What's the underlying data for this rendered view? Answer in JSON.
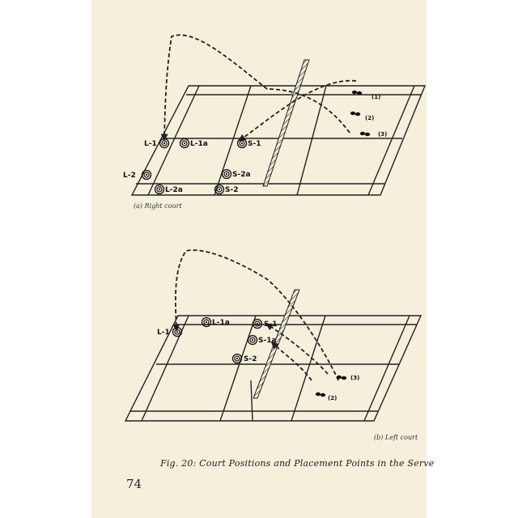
{
  "figure": {
    "caption": "Fig. 20:  Court Positions and Placement Points in the Serve",
    "page_number": "74"
  },
  "right_court": {
    "caption": "(a) Right court",
    "positions": [
      "L-1",
      "L-1a",
      "S-1",
      "L-2",
      "S-2a",
      "L-2a",
      "S-2"
    ],
    "footprints": [
      "(1)",
      "(2)",
      "(3)"
    ]
  },
  "left_court": {
    "caption": "(b) Left court",
    "positions": [
      "L-1",
      "L-1a",
      "S-1",
      "S-1a",
      "S-2"
    ],
    "footprints": [
      "(3)",
      "(2)"
    ]
  }
}
